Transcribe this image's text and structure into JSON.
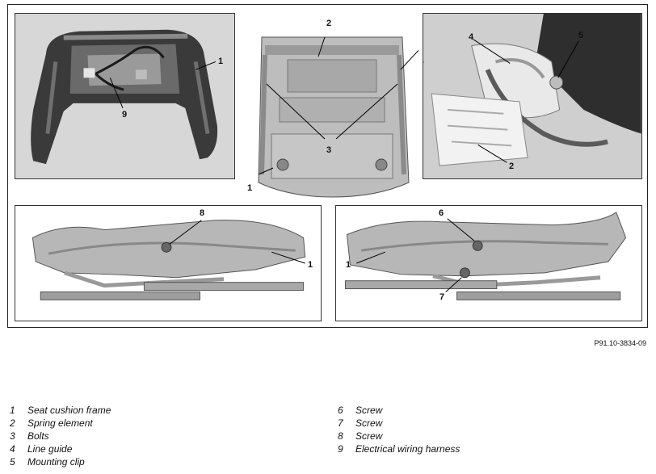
{
  "figure_id": "P91.10-3834-09",
  "callouts": {
    "p1": [
      "1",
      "9"
    ],
    "p2": [
      "2",
      "3",
      "1"
    ],
    "p3": [
      "4",
      "5",
      "2"
    ],
    "p4": [
      "8",
      "1"
    ],
    "p5": [
      "6",
      "1",
      "7"
    ]
  },
  "legend_left": [
    {
      "num": "1",
      "text": "Seat cushion frame"
    },
    {
      "num": "2",
      "text": "Spring element"
    },
    {
      "num": "3",
      "text": "Bolts"
    },
    {
      "num": "4",
      "text": "Line guide"
    },
    {
      "num": "5",
      "text": "Mounting clip"
    }
  ],
  "legend_right": [
    {
      "num": "6",
      "text": "Screw"
    },
    {
      "num": "7",
      "text": "Screw"
    },
    {
      "num": "8",
      "text": "Screw"
    },
    {
      "num": "9",
      "text": "Electrical wiring harness"
    }
  ]
}
